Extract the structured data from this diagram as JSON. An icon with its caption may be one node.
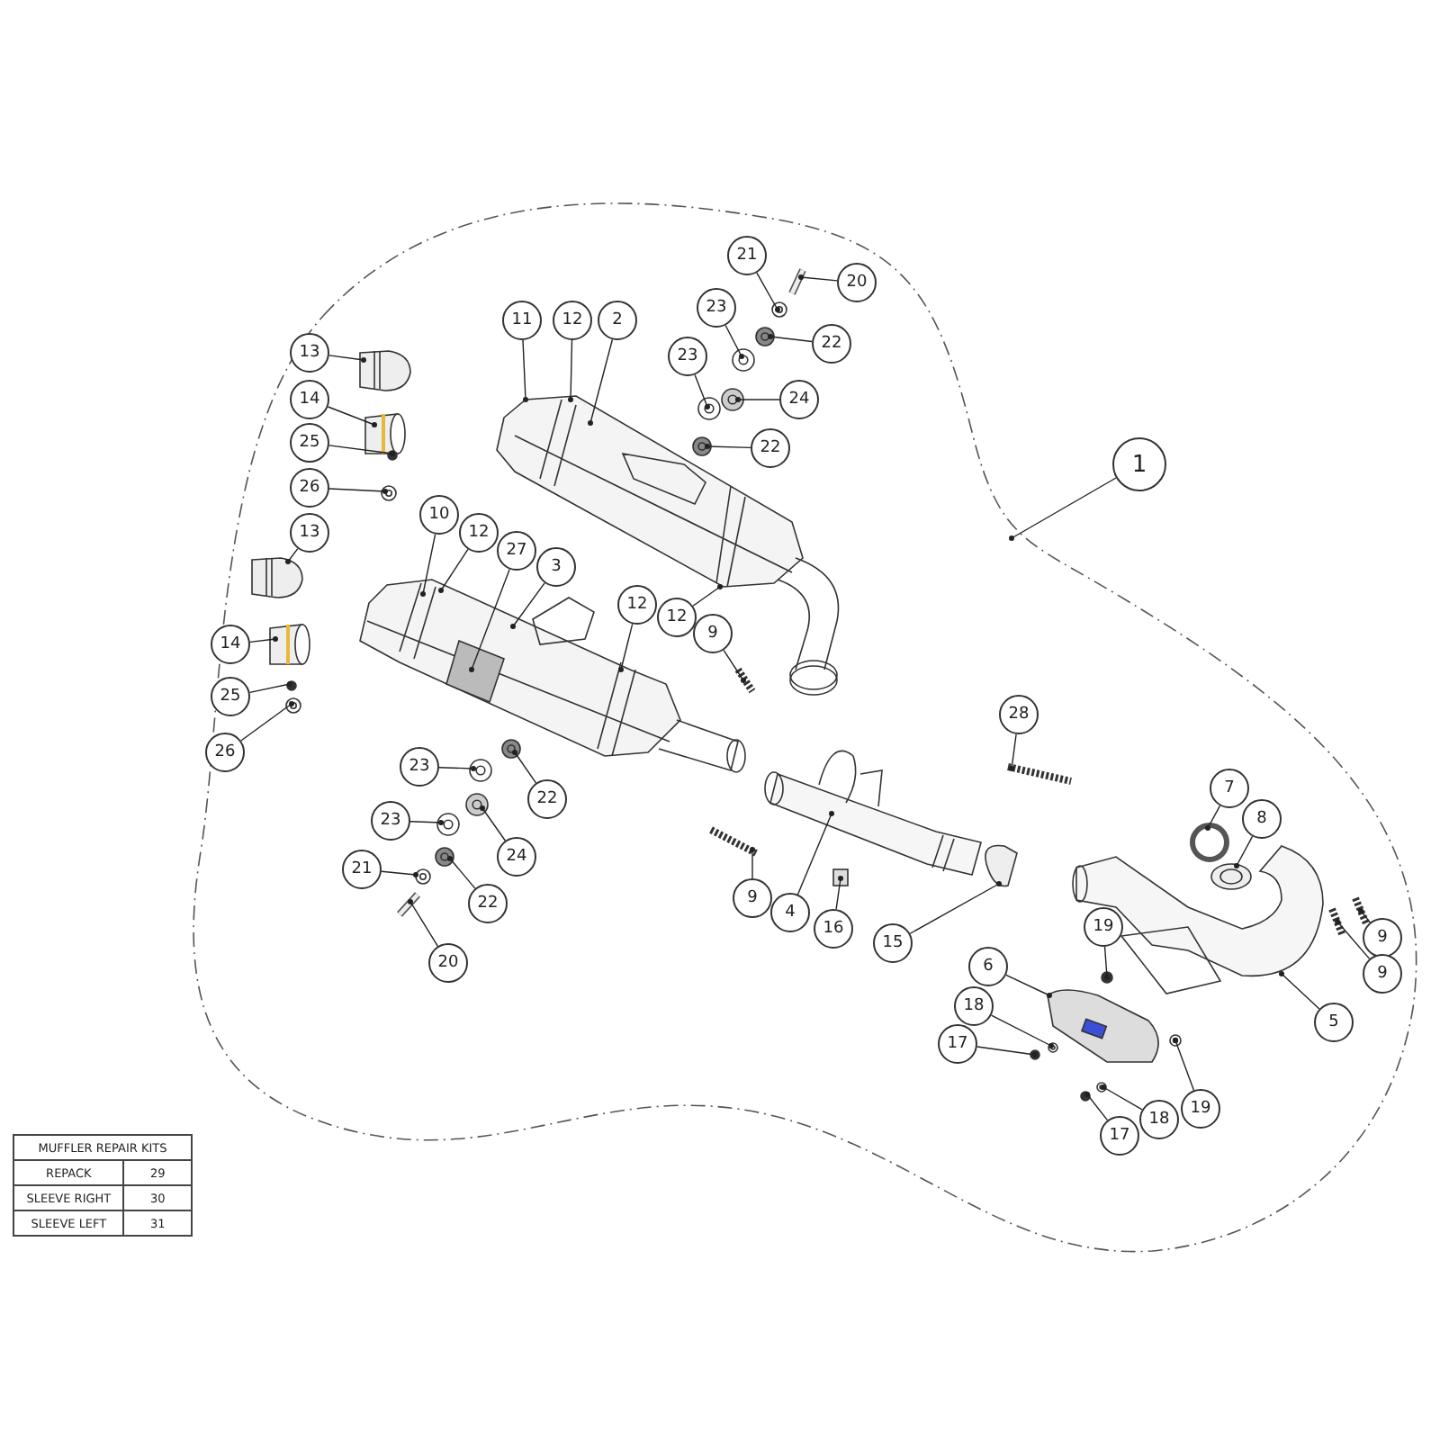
{
  "diagram": {
    "nodes": [
      {
        "text": [
          "1"
        ]
      },
      {
        "text": [
          "11"
        ]
      },
      {
        "text": [
          "12"
        ]
      },
      {
        "text": [
          "2"
        ]
      },
      {
        "text": [
          "21"
        ]
      },
      {
        "text": [
          "20"
        ]
      },
      {
        "text": [
          "23"
        ]
      },
      {
        "text": [
          "22"
        ]
      },
      {
        "text": [
          "23"
        ]
      },
      {
        "text": [
          "24"
        ]
      },
      {
        "text": [
          "22"
        ]
      },
      {
        "text": [
          "13"
        ]
      },
      {
        "text": [
          "14"
        ]
      },
      {
        "text": [
          "25"
        ]
      },
      {
        "text": [
          "26"
        ]
      },
      {
        "text": [
          "10"
        ]
      },
      {
        "text": [
          "12"
        ]
      },
      {
        "text": [
          "13"
        ]
      },
      {
        "text": [
          "27"
        ]
      },
      {
        "text": [
          "3"
        ]
      },
      {
        "text": [
          "12"
        ]
      },
      {
        "text": [
          "12"
        ]
      },
      {
        "text": [
          "9"
        ]
      },
      {
        "text": [
          "14"
        ]
      },
      {
        "text": [
          "25"
        ]
      },
      {
        "text": [
          "28"
        ]
      },
      {
        "text": [
          "26"
        ]
      },
      {
        "text": [
          "23"
        ]
      },
      {
        "text": [
          "22"
        ]
      },
      {
        "text": [
          "7"
        ]
      },
      {
        "text": [
          "8"
        ]
      },
      {
        "text": [
          "23"
        ]
      },
      {
        "text": [
          "24"
        ]
      },
      {
        "text": [
          "21"
        ]
      },
      {
        "text": [
          "22"
        ]
      },
      {
        "text": [
          "9"
        ]
      },
      {
        "text": [
          "4"
        ]
      },
      {
        "text": [
          "16"
        ]
      },
      {
        "text": [
          "15"
        ]
      },
      {
        "text": [
          "19"
        ]
      },
      {
        "text": [
          "9"
        ]
      },
      {
        "text": [
          "20"
        ]
      },
      {
        "text": [
          "6"
        ]
      },
      {
        "text": [
          "9"
        ]
      },
      {
        "text": [
          "18"
        ]
      },
      {
        "text": [
          "5"
        ]
      },
      {
        "text": [
          "17"
        ]
      },
      {
        "text": [
          "19"
        ]
      },
      {
        "text": [
          "18"
        ]
      },
      {
        "text": [
          "17"
        ]
      },
      {
        "text": [],
        "shape": "picture"
      },
      {
        "text": [],
        "shape": "picture"
      },
      {
        "text": [],
        "shape": "picture"
      },
      {
        "text": [],
        "shape": "picture"
      },
      {
        "text": [],
        "shape": "circle"
      },
      {
        "text": [],
        "shape": "picture"
      },
      {
        "text": [],
        "shape": "picture"
      },
      {
        "text": [],
        "shape": "picture"
      },
      {
        "text": [],
        "shape": "circle"
      },
      {
        "text": [],
        "shape": "picture"
      },
      {
        "text": [],
        "shape": "picture"
      },
      {
        "text": [],
        "shape": "picture"
      },
      {
        "text": [],
        "shape": "picture"
      },
      {
        "text": [],
        "shape": "picture"
      },
      {
        "text": [],
        "shape": "picture"
      },
      {
        "text": [],
        "shape": "picture"
      },
      {
        "text": [],
        "shape": "picture"
      },
      {
        "text": [],
        "shape": "picture"
      },
      {
        "text": [],
        "shape": "picture"
      },
      {
        "text": [],
        "shape": "picture"
      },
      {
        "text": [],
        "shape": "picture"
      },
      {
        "text": [],
        "shape": "picture"
      },
      {
        "text": [],
        "shape": "picture"
      },
      {
        "text": [],
        "shape": "picture"
      },
      {
        "text": [],
        "shape": "picture"
      },
      {
        "text": [],
        "shape": "picture"
      },
      {
        "text": [],
        "shape": "circle"
      },
      {
        "text": [],
        "shape": "picture"
      },
      {
        "text": [],
        "shape": "picture"
      },
      {
        "text": [],
        "shape": "picture"
      },
      {
        "text": [],
        "shape": "box"
      },
      {
        "text": [],
        "shape": "picture"
      },
      {
        "text": [],
        "shape": "circle"
      },
      {
        "text": [],
        "shape": "picture"
      },
      {
        "text": [],
        "shape": "picture"
      },
      {
        "text": [],
        "shape": "picture"
      },
      {
        "text": [],
        "shape": "picture"
      },
      {
        "text": [],
        "shape": "picture"
      },
      {
        "text": [],
        "shape": "circle"
      },
      {
        "text": [],
        "shape": "picture"
      },
      {
        "text": [],
        "shape": "picture"
      },
      {
        "text": [],
        "shape": "circle"
      }
    ],
    "edges": [
      {
        "from": 0,
        "to": null,
        "arrow": "other"
      },
      {
        "from": 1,
        "to": 50,
        "arrow": "other"
      },
      {
        "from": 2,
        "to": 50,
        "arrow": "other"
      },
      {
        "from": 3,
        "to": 50,
        "arrow": "other"
      },
      {
        "from": 4,
        "to": 60,
        "arrow": "other"
      },
      {
        "from": 5,
        "to": 61,
        "arrow": "other"
      },
      {
        "from": 6,
        "to": 62,
        "arrow": "other"
      },
      {
        "from": 7,
        "to": 63,
        "arrow": "other"
      },
      {
        "from": 8,
        "to": 64,
        "arrow": "other"
      },
      {
        "from": 9,
        "to": 65,
        "arrow": "other"
      },
      {
        "from": 10,
        "to": 66,
        "arrow": "other"
      },
      {
        "from": 11,
        "to": 52,
        "arrow": "other"
      },
      {
        "from": 12,
        "to": 53,
        "arrow": "other"
      },
      {
        "from": 13,
        "to": 54,
        "arrow": "other"
      },
      {
        "from": 14,
        "to": 55,
        "arrow": "other"
      },
      {
        "from": 15,
        "to": 51,
        "arrow": "other"
      },
      {
        "from": 16,
        "to": 51,
        "arrow": "other"
      },
      {
        "from": 17,
        "to": 56,
        "arrow": "other"
      },
      {
        "from": 18,
        "to": 51,
        "arrow": "other"
      },
      {
        "from": 19,
        "to": 51,
        "arrow": "other"
      },
      {
        "from": 20,
        "to": 51,
        "arrow": "other"
      },
      {
        "from": 21,
        "to": 50,
        "arrow": "other"
      },
      {
        "from": 22,
        "to": 74,
        "arrow": "other"
      },
      {
        "from": 23,
        "to": 57,
        "arrow": "other"
      },
      {
        "from": 24,
        "to": 58,
        "arrow": "other"
      },
      {
        "from": 25,
        "to": 75,
        "arrow": "other"
      },
      {
        "from": 26,
        "to": 59,
        "arrow": "other"
      },
      {
        "from": 27,
        "to": 67,
        "arrow": "other"
      },
      {
        "from": 28,
        "to": 68,
        "arrow": "other"
      },
      {
        "from": 29,
        "to": 76,
        "arrow": "other"
      },
      {
        "from": 30,
        "to": 77,
        "arrow": "other"
      },
      {
        "from": 31,
        "to": 69,
        "arrow": "other"
      },
      {
        "from": 32,
        "to": 70,
        "arrow": "other"
      },
      {
        "from": 33,
        "to": 71,
        "arrow": "other"
      },
      {
        "from": 34,
        "to": 72,
        "arrow": "other"
      },
      {
        "from": 35,
        "to": 78,
        "arrow": "other"
      },
      {
        "from": 36,
        "to": 79,
        "arrow": "other"
      },
      {
        "from": 37,
        "to": 80,
        "arrow": "other"
      },
      {
        "from": 38,
        "to": 81,
        "arrow": "other"
      },
      {
        "from": 39,
        "to": 82,
        "arrow": "other"
      },
      {
        "from": 40,
        "to": 83,
        "arrow": "other"
      },
      {
        "from": 41,
        "to": 73,
        "arrow": "other"
      },
      {
        "from": 42,
        "to": 84,
        "arrow": "other"
      },
      {
        "from": 43,
        "to": 85,
        "arrow": "other"
      },
      {
        "from": 44,
        "to": 86,
        "arrow": "other"
      },
      {
        "from": 45,
        "to": 87,
        "arrow": "other"
      },
      {
        "from": 46,
        "to": 88,
        "arrow": "other"
      },
      {
        "from": 47,
        "to": 89,
        "arrow": "other"
      },
      {
        "from": 48,
        "to": 90,
        "arrow": "other"
      },
      {
        "from": 49,
        "to": 91,
        "arrow": "other"
      }
    ],
    "labels": [
      "MUFFLER REPAIR KITS",
      "REPACK",
      "29",
      "SLEEVE RIGHT",
      "30",
      "SLEEVE LEFT",
      "31"
    ]
  }
}
